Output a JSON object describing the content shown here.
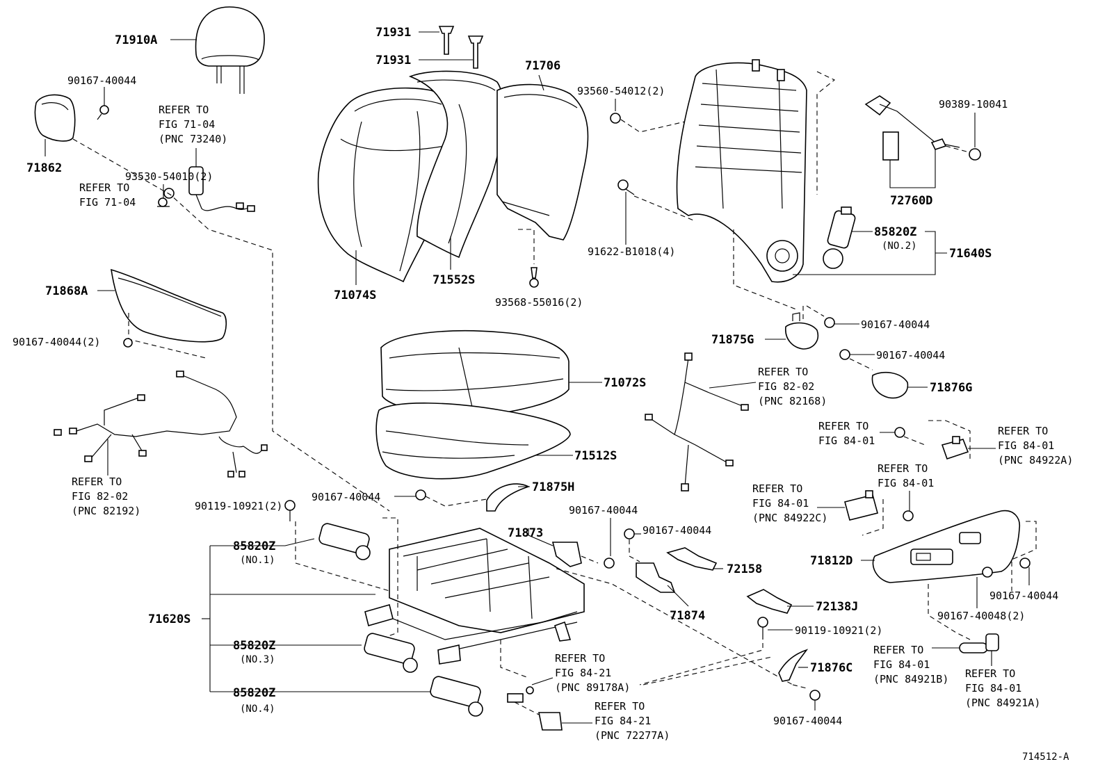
{
  "diagram_id": "714512-A",
  "refer": {
    "fig_71_04_a": "REFER TO",
    "fig_71_04_b": "FIG 71-04",
    "fig_71_04_c": "(PNC 73240)",
    "fig_71_04_short_a": "REFER TO",
    "fig_71_04_short_b": "FIG 71-04",
    "fig_82_02_wire_a": "REFER TO",
    "fig_82_02_wire_b": "FIG 82-02",
    "fig_82_02_wire_c": "(PNC 82168)",
    "fig_82_02_left_a": "REFER TO",
    "fig_82_02_left_b": "FIG 82-02",
    "fig_82_02_left_c": "(PNC 82192)",
    "fig_84_01_a1": "REFER TO",
    "fig_84_01_a2": "FIG 84-01",
    "fig_84_01_b1": "REFER TO",
    "fig_84_01_b2": "FIG 84-01",
    "fig_84_01_b3": "(PNC 84922A)",
    "fig_84_01_c1": "REFER TO",
    "fig_84_01_c2": "FIG 84-01",
    "fig_84_01_d1": "REFER TO",
    "fig_84_01_d2": "FIG 84-01",
    "fig_84_01_d3": "(PNC 84922C)",
    "fig_84_01_e1": "REFER TO",
    "fig_84_01_e2": "FIG 84-01",
    "fig_84_01_e3": "(PNC 84921B)",
    "fig_84_01_f1": "REFER TO",
    "fig_84_01_f2": "FIG 84-01",
    "fig_84_01_f3": "(PNC 84921A)",
    "fig_84_21_a1": "REFER TO",
    "fig_84_21_a2": "FIG 84-21",
    "fig_84_21_a3": "(PNC 89178A)",
    "fig_84_21_b1": "REFER TO",
    "fig_84_21_b2": "FIG 84-21",
    "fig_84_21_b3": "(PNC 72277A)"
  },
  "parts": {
    "p71910A": "71910A",
    "p71931a": "71931",
    "p71931b": "71931",
    "p71706": "71706",
    "p93560": "93560-54012(2)",
    "p90389": "90389-10041",
    "p90167_a": "90167-40044",
    "p71862": "71862",
    "p72760D": "72760D",
    "p91622": "91622-B1018(4)",
    "p85820Z_top": "85820Z",
    "p85820Z_top_sub": "(NO.2)",
    "p71640S": "71640S",
    "p93530": "93530-54010(2)",
    "p71552S": "71552S",
    "p71074S": "71074S",
    "p93568": "93568-55016(2)",
    "p71868A": "71868A",
    "p90167_b": "90167-40044(2)",
    "p90167_c": "90167-40044",
    "p71875G": "71875G",
    "p90167_d": "90167-40044",
    "p71072S": "71072S",
    "p71876G": "71876G",
    "p71512S": "71512S",
    "p71875H": "71875H",
    "p90167_e": "90167-40044",
    "p90119_a": "90119-10921(2)",
    "p71873": "71873",
    "p90167_f": "90167-40044",
    "p90167_g": "90167-40044",
    "p85820Z_1": "85820Z",
    "p85820Z_1_sub": "(NO.1)",
    "p72158": "72158",
    "p71812D": "71812D",
    "p71620S": "71620S",
    "p71874": "71874",
    "p72138J": "72138J",
    "p90167_h": "90167-40044",
    "p90167_40048": "90167-40048(2)",
    "p90119_b": "90119-10921(2)",
    "p85820Z_3": "85820Z",
    "p85820Z_3_sub": "(NO.3)",
    "p71876C": "71876C",
    "p85820Z_4": "85820Z",
    "p85820Z_4_sub": "(NO.4)",
    "p90167_i": "90167-40044"
  }
}
